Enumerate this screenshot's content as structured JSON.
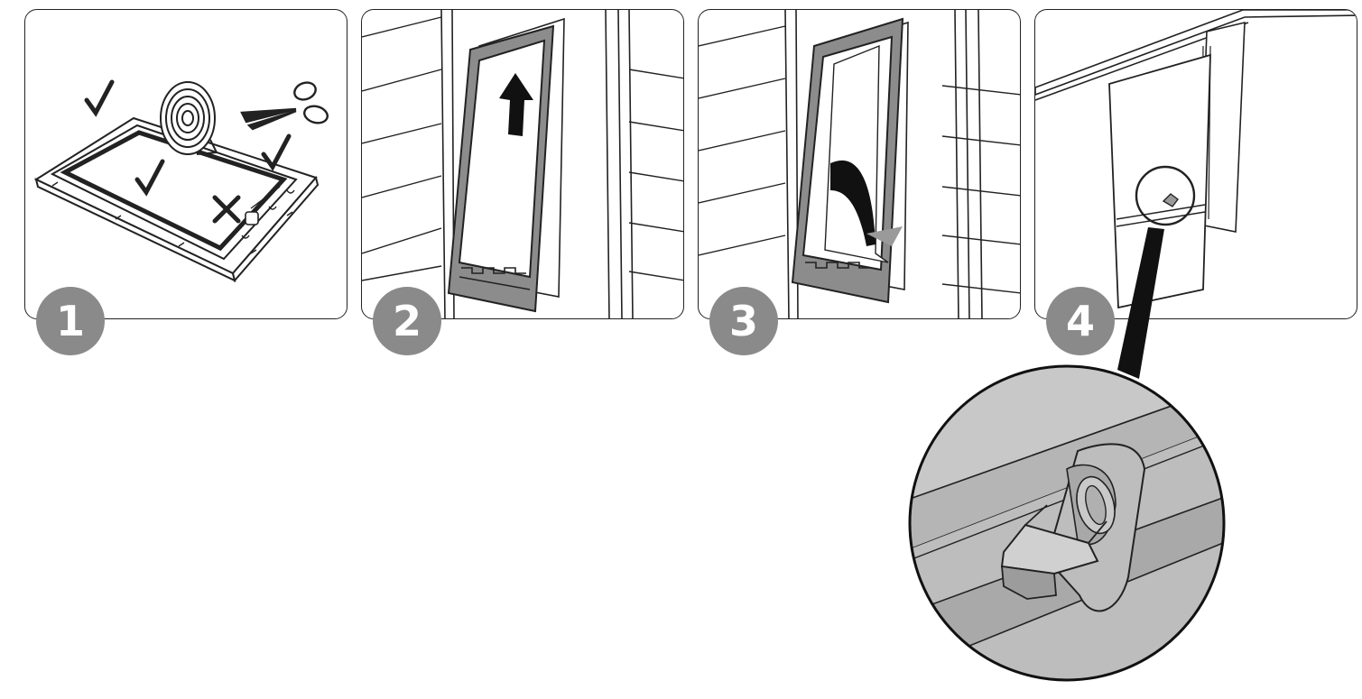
{
  "steps": [
    {
      "number": "1",
      "icons": [
        "checkmark-icon",
        "checkmark-icon",
        "checkmark-icon",
        "cross-icon",
        "tape-roll-icon",
        "scissors-icon"
      ]
    },
    {
      "number": "2",
      "icons": [
        "up-arrow-icon"
      ]
    },
    {
      "number": "3",
      "icons": [
        "curved-arrow-icon"
      ]
    },
    {
      "number": "4",
      "icons": [
        "magnifier-circle-icon"
      ]
    }
  ],
  "colors": {
    "line": "#222222",
    "frame_gray": "#8c8c8c",
    "badge": "#8a8a8a",
    "detail_fill": "#b5b5b5"
  }
}
